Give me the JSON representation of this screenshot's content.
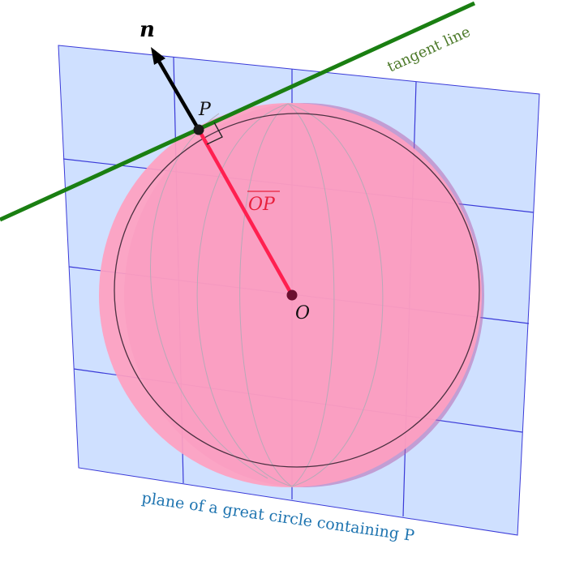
{
  "labels": {
    "normal": "n",
    "point_p": "P",
    "segment": "OP",
    "center": "O",
    "tangent": "tangent line",
    "plane": "plane of a great circle containing P"
  },
  "colors": {
    "plane_fill": "#cfe0ff",
    "plane_grid": "#3a3ad8",
    "sphere_fill": "#ff9fc0",
    "sphere_shadow": "#c98ac8",
    "meridian": "#b8a9b8",
    "tangent_line": "#1a7f12",
    "tangent_text": "#4d7a2a",
    "segment": "#ff2050",
    "segment_text": "#e8203c",
    "normal": "#000000",
    "point": "#6b1030",
    "plane_text": "#1e74b0"
  }
}
